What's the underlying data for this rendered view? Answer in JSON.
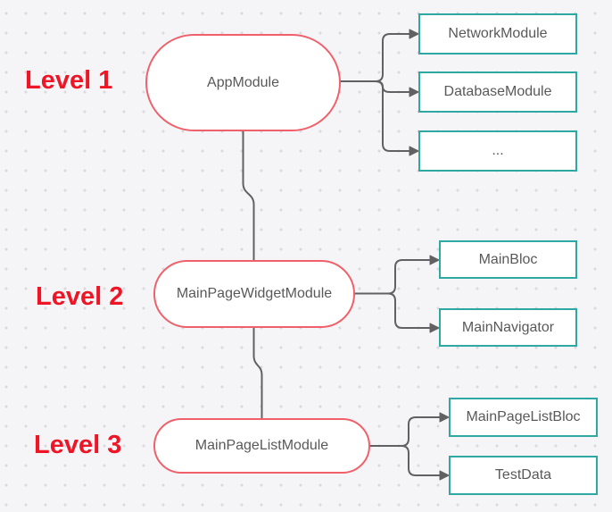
{
  "diagram": {
    "type": "module-dependency-tree",
    "levels": [
      {
        "label": "Level 1",
        "module": "AppModule",
        "children": [
          "NetworkModule",
          "DatabaseModule",
          "..."
        ]
      },
      {
        "label": "Level 2",
        "module": "MainPageWidgetModule",
        "children": [
          "MainBloc",
          "MainNavigator"
        ]
      },
      {
        "label": "Level 3",
        "module": "MainPageListModule",
        "children": [
          "MainPageListBloc",
          "TestData"
        ]
      }
    ],
    "edges": [
      {
        "from": "AppModule",
        "to": "NetworkModule"
      },
      {
        "from": "AppModule",
        "to": "DatabaseModule"
      },
      {
        "from": "AppModule",
        "to": "..."
      },
      {
        "from": "AppModule",
        "to": "MainPageWidgetModule"
      },
      {
        "from": "MainPageWidgetModule",
        "to": "MainBloc"
      },
      {
        "from": "MainPageWidgetModule",
        "to": "MainNavigator"
      },
      {
        "from": "MainPageWidgetModule",
        "to": "MainPageListModule"
      },
      {
        "from": "MainPageListModule",
        "to": "MainPageListBloc"
      },
      {
        "from": "MainPageListModule",
        "to": "TestData"
      }
    ],
    "colors": {
      "background": "#f5f5f7",
      "grid_dot": "#d9d9de",
      "level_label_red": "#ee1626",
      "module_border_red": "#f0606a",
      "child_border_teal": "#2fa8a3",
      "node_fill": "#ffffff",
      "node_text_gray": "#595959",
      "connector_gray": "#616161"
    }
  }
}
